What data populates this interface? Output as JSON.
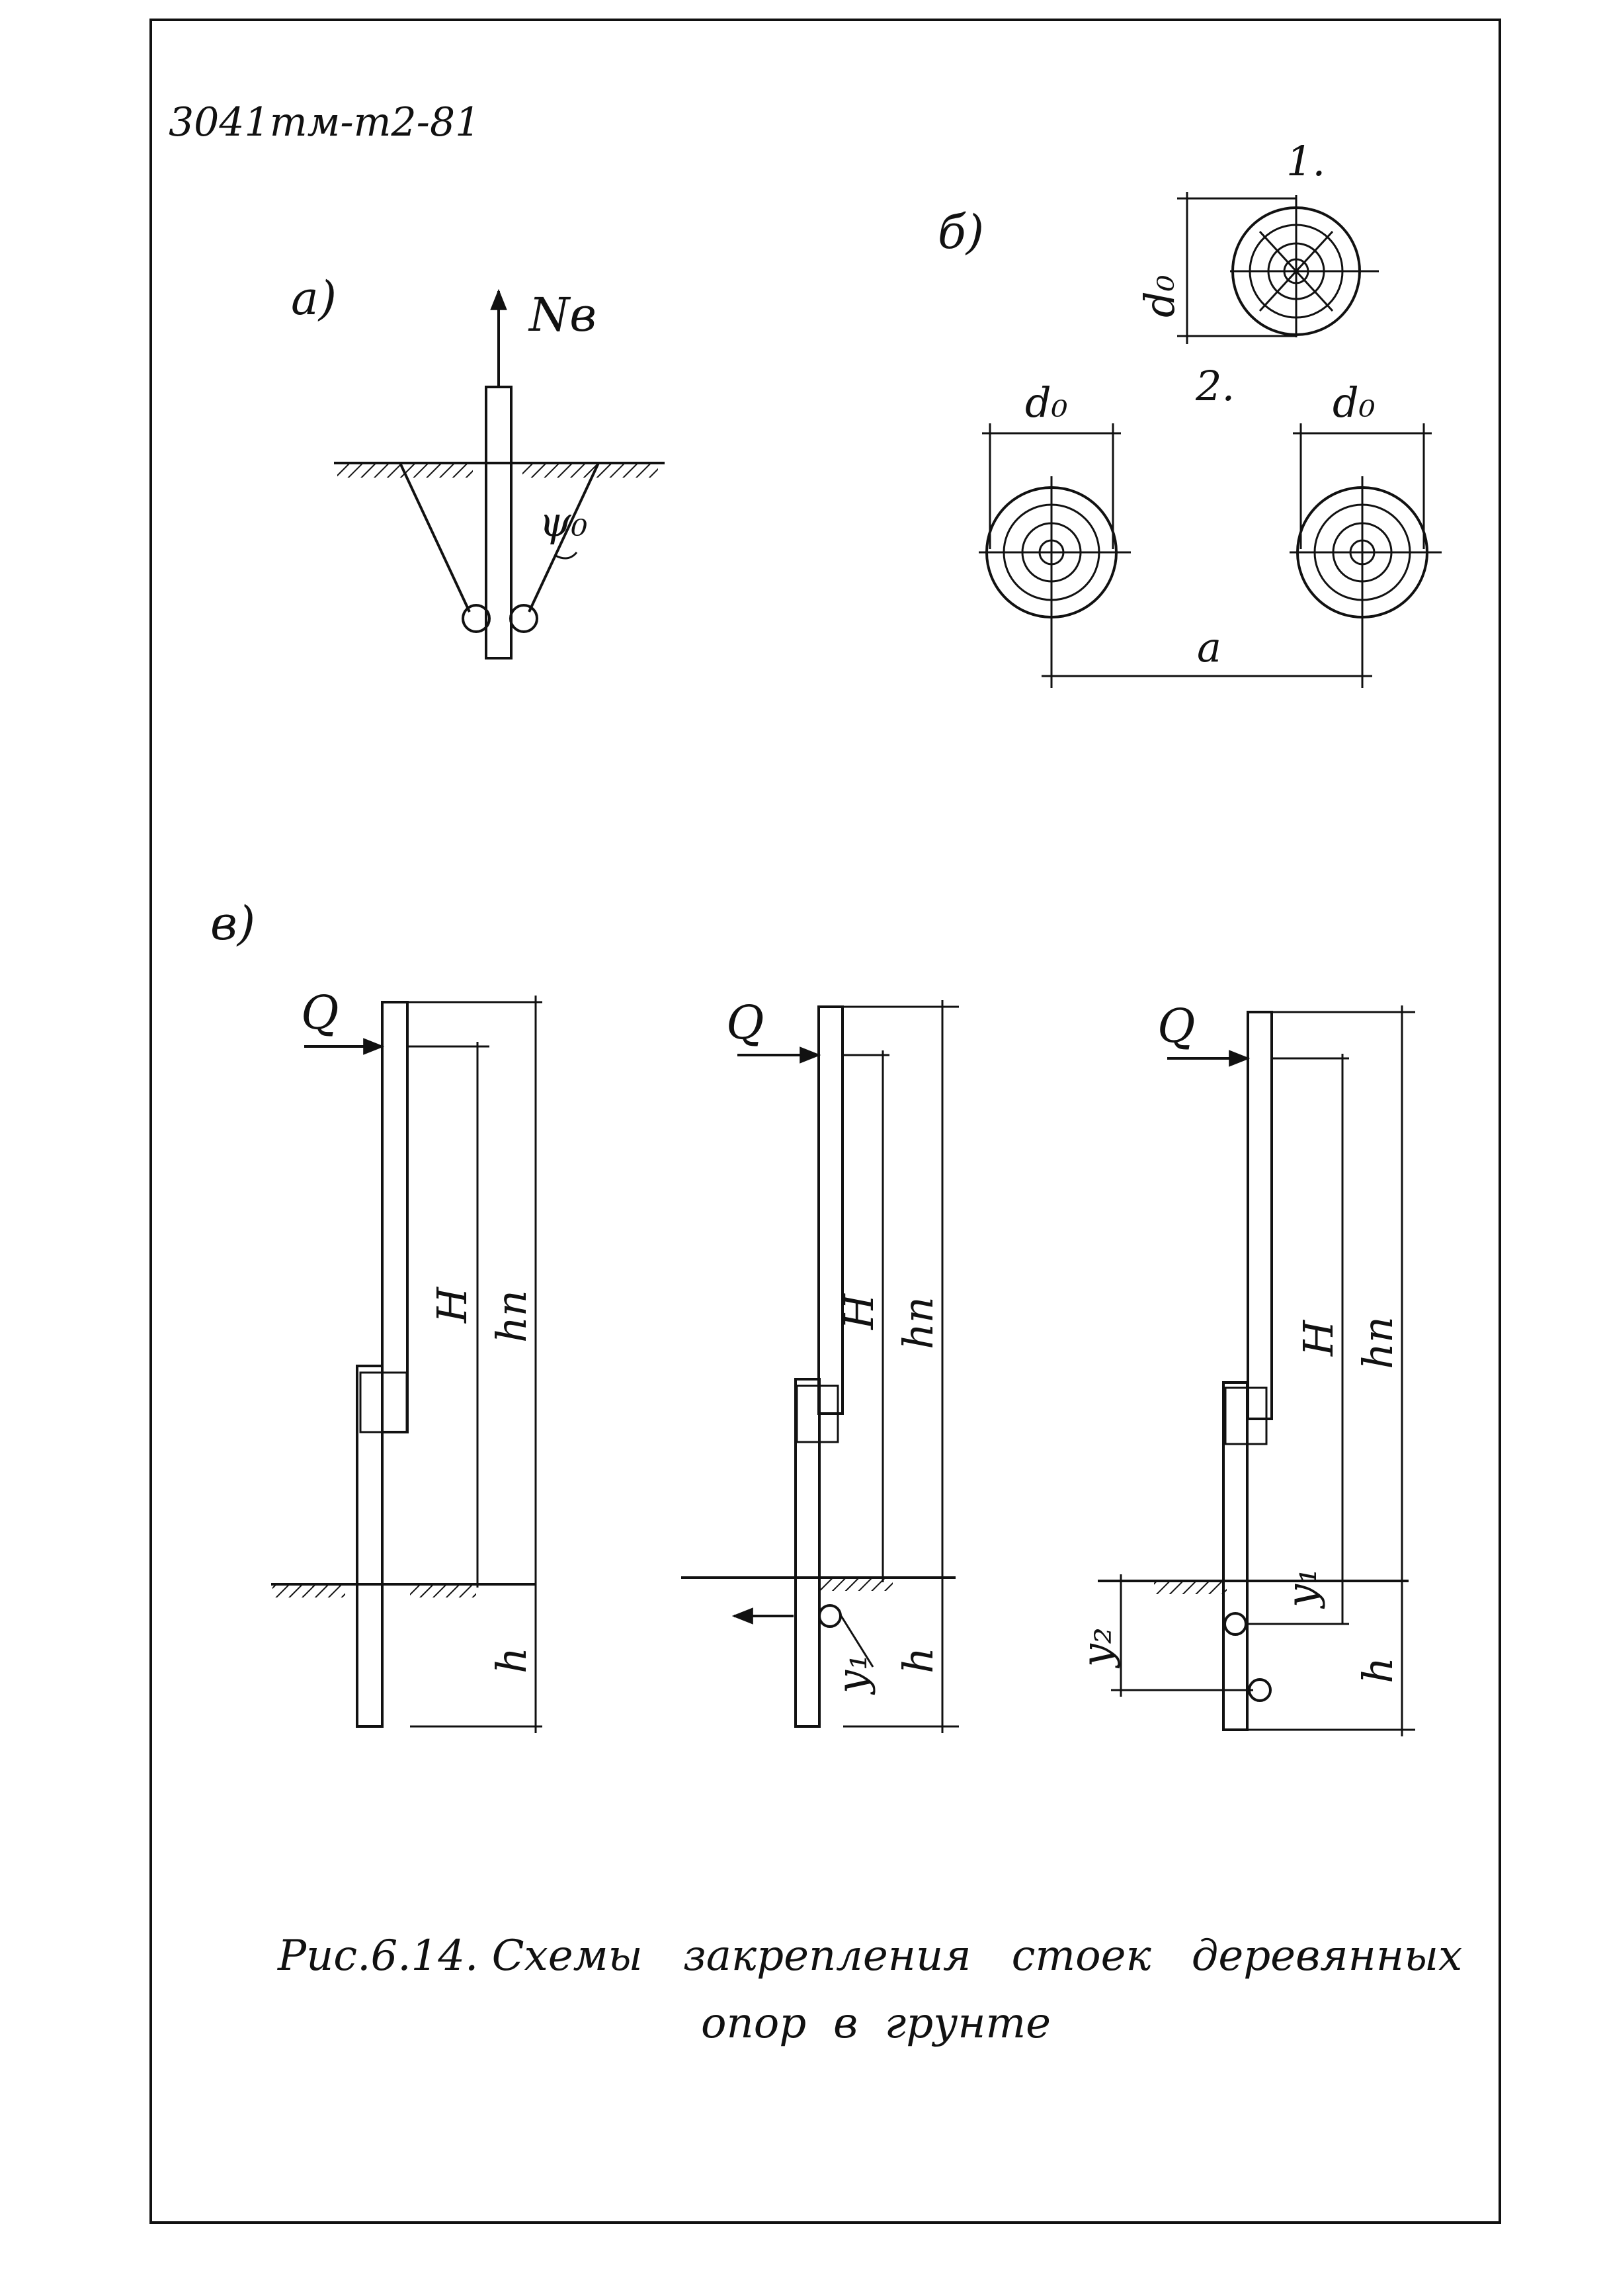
{
  "doc_code": "3041тм-т2-81",
  "panels": {
    "a": {
      "label": "а)",
      "force_label": "Nв",
      "angle_label": "ψ₀"
    },
    "b": {
      "label": "б)",
      "case1_label": "1.",
      "case2_label": "2.",
      "diameter_label": "d₀",
      "spacing_label": "a"
    },
    "v": {
      "label": "в)",
      "load_label": "Q",
      "height_label": "H",
      "pole_height_label": "hп",
      "depth_label": "h",
      "y1_label": "y₁",
      "y2_label": "y₂"
    }
  },
  "caption": {
    "line1": "Рис.6.14. Схемы   закрепления   стоек   деревянных",
    "line2": "опор  в  грунте"
  }
}
